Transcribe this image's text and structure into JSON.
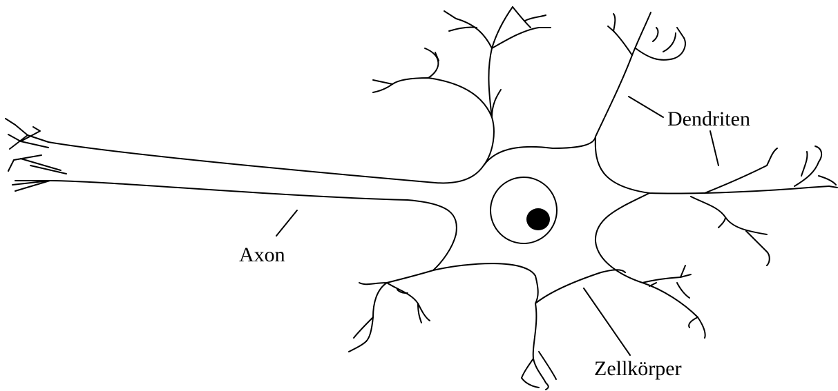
{
  "diagram": {
    "labels": {
      "dendrites": "Dendriten",
      "axon": "Axon",
      "cell_body": "Zellkörper"
    },
    "colors": {
      "line": "#000000",
      "background": "#ffffff",
      "nucleolus": "#000000"
    }
  }
}
